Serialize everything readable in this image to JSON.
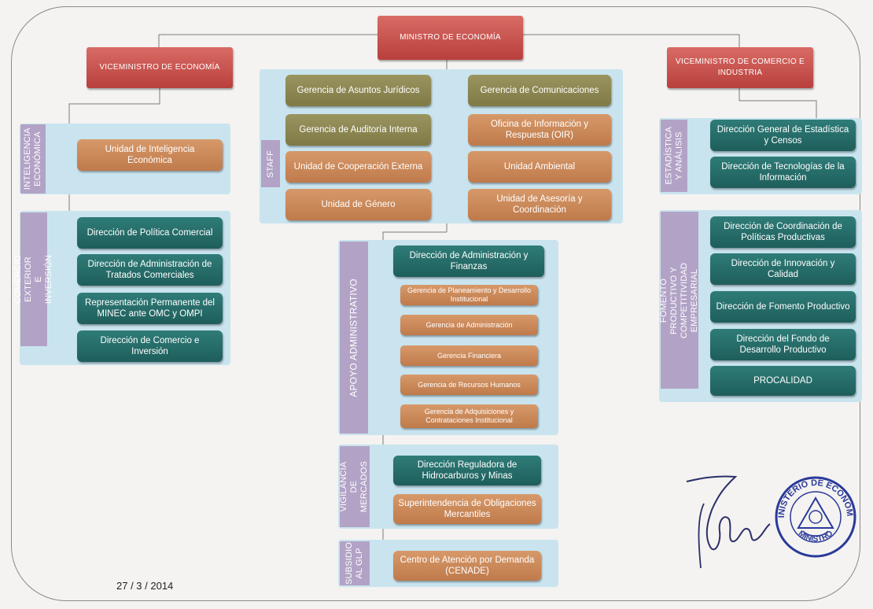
{
  "minister": "MINISTRO DE ECONOMÍA",
  "vice_economia": "VICEMINISTRO DE ECONOMÍA",
  "vice_comercio": "VICEMINISTRO DE COMERCIO E INDUSTRIA",
  "left": {
    "inteligencia": {
      "label": "INTELIGENCIA ECONÓMICA",
      "units": [
        "Unidad de Inteligencia Económica"
      ]
    },
    "comercio": {
      "label": "COMERCIO EXTERIOR E INVERSIÓN",
      "units": [
        "Dirección de Política Comercial",
        "Dirección de Administración de Tratados Comerciales",
        "Representación Permanente del MINEC ante OMC y OMPI",
        "Dirección de Comercio e Inversión"
      ]
    }
  },
  "staff": {
    "label": "STAFF",
    "units": [
      "Gerencia de Asuntos Jurídicos",
      "Gerencia de Comunicaciones",
      "Gerencia de Auditoría Interna",
      "Oficina de Información y Respuesta (OIR)",
      "Unidad de Cooperación Externa",
      "Unidad Ambiental",
      "Unidad de Género",
      "Unidad de Asesoría y Coordinación"
    ]
  },
  "apoyo": {
    "label": "APOYO ADMINISTRATIVO",
    "head": "Dirección de Administración y Finanzas",
    "units": [
      "Gerencia de Planeamiento y Desarrollo Institucional",
      "Gerencia de Administración",
      "Gerencia Financiera",
      "Gerencia de Recursos Humanos",
      "Gerencia de Adquisiciones y Contrataciones Institucional"
    ]
  },
  "vigilancia": {
    "label": "VIGILANCIA DE MERCADOS",
    "units": [
      "Dirección Reguladora de Hidrocarburos y Minas",
      "Superintendencia de Obligaciones Mercantiles"
    ]
  },
  "subsidio": {
    "label": "SUBSIDIO AL GLP",
    "units": [
      "Centro de Atención por Demanda (CENADE)"
    ]
  },
  "right": {
    "estadistica": {
      "label": "ESTADÍSTICA Y ANÁLISIS",
      "units": [
        "Dirección General de Estadística y Censos",
        "Dirección de Tecnologías de la Información"
      ]
    },
    "fomento": {
      "label": "FOMENTO PRODUCTIVO Y COMPETITIVIDAD EMPRESARIAL",
      "units": [
        "Dirección de Coordinación de Políticas Productivas",
        "Dirección de Innovación y Calidad",
        "Dirección de Fomento Productivo",
        "Dirección del Fondo de Desarrollo Productivo",
        "PROCALIDAD"
      ]
    }
  },
  "seal": {
    "top_text": "MINISTERIO DE ECONOMIA",
    "bottom_text": "MINISTRO"
  },
  "date": "27 / 3 / 2014"
}
